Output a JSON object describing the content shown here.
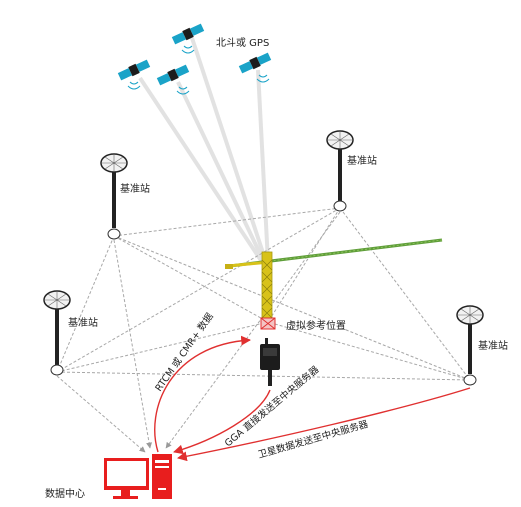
{
  "satellite_label": "北斗或 GPS",
  "base_stations": [
    {
      "label": "基准站"
    },
    {
      "label": "基准站"
    },
    {
      "label": "基准站"
    },
    {
      "label": "基准站"
    }
  ],
  "virtual_reference_label": "虚拟参考位置",
  "data_center_label": "数据中心",
  "arrows": {
    "rtcm": "RTCM 或 CMR+ 数据",
    "gga": "GGA 直接发送至中央服务器",
    "sat_data": "卫星数据发送至中央服务器"
  },
  "colors": {
    "satellite_panel": "#1aa3c8",
    "link_red": "#e03030",
    "data_center_red": "#e81e1e",
    "crane_yellow": "#d8c21a",
    "jib_green": "#5f9e3a"
  }
}
